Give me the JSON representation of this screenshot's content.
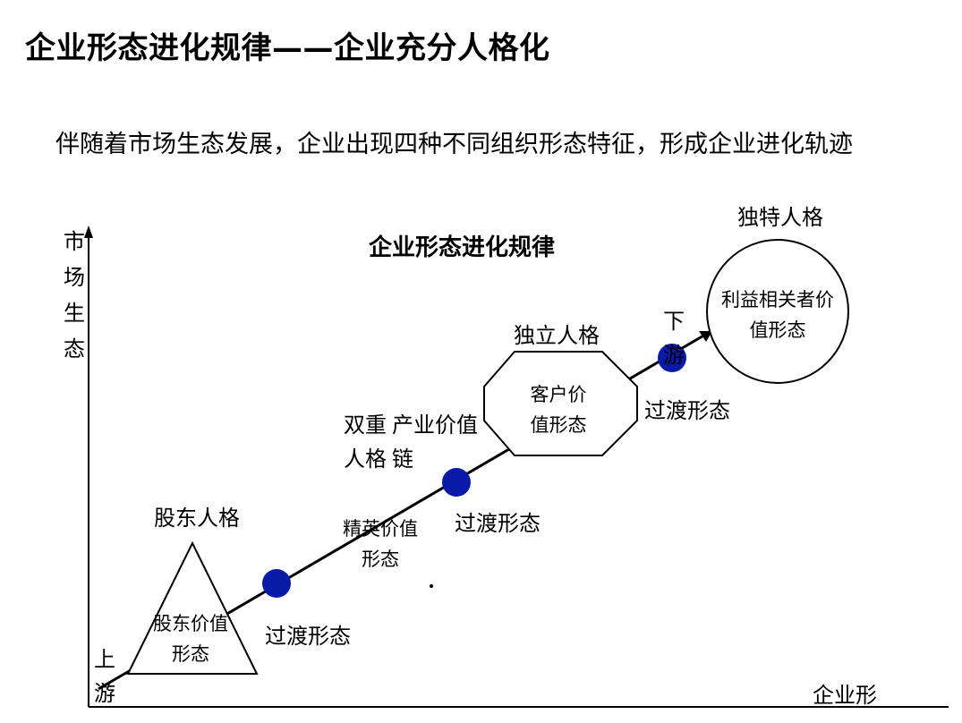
{
  "page_title": "企业形态进化规律——企业充分人格化",
  "intro_text": "伴随着市场生态发展，企业出现四种不同组织形态特征，形成企业进化轨迹",
  "diagram": {
    "title": "企业形态进化规律",
    "y_axis_label": "市场生态",
    "x_axis_label": "企业形态",
    "upstream_label": "上游",
    "downstream_label": "下游",
    "industry_chain_label": "产业价值链",
    "transition_label": "过渡形态",
    "stages": [
      {
        "persona": "股东人格",
        "value_form": "股东价值形态",
        "shape": "triangle"
      },
      {
        "persona": "双重人格",
        "value_form": "精英价值形态",
        "shape": "none"
      },
      {
        "persona": "独立人格",
        "value_form": "客户价值形态",
        "shape": "octagon"
      },
      {
        "persona": "独特人格",
        "value_form": "利益相关者价值形态",
        "shape": "circle"
      }
    ],
    "colors": {
      "transition_node": "#0a1aa8",
      "line": "#000000"
    }
  }
}
